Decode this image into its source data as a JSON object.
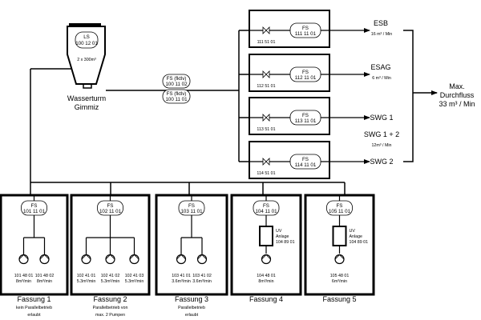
{
  "tower": {
    "name": "Wasserturm",
    "place": "Gimmiz",
    "ls_label": "LS",
    "ls_id": "100 12 01",
    "capacity": "2 x 300m³"
  },
  "main_meters": [
    {
      "label": "FS (fktlv)",
      "id": "100 11 02"
    },
    {
      "label": "FS (fktlv)",
      "id": "100 11 01"
    }
  ],
  "consumers": [
    {
      "valve_id": "111 51 01",
      "fs_label": "FS",
      "fs_id": "111 11 01",
      "name": "ESB",
      "flow": "16 m³ / Min"
    },
    {
      "valve_id": "112 51 01",
      "fs_label": "FS",
      "fs_id": "112 11 01",
      "name": "ESAG",
      "flow": "6 m³ / Min"
    },
    {
      "valve_id": "113 51 01",
      "fs_label": "FS",
      "fs_id": "113 11 01",
      "name": "SWG 1",
      "flow": ""
    },
    {
      "valve_id": "114 51 01",
      "fs_label": "FS",
      "fs_id": "114 11 01",
      "name": "SWG 2",
      "flow": ""
    }
  ],
  "swg_combined": {
    "name": "SWG 1 + 2",
    "flow": "12m³ / Min"
  },
  "max_flow": {
    "line1": "Max.",
    "line2": "Durchfluss",
    "line3": "33 m³ / Min"
  },
  "wells": [
    {
      "fs_label": "FS",
      "fs_id": "101 11 01",
      "pumps": [
        {
          "id": "101 48 01",
          "flow": "8m³/min"
        },
        {
          "id": "101 48 02",
          "flow": "8m³/min"
        }
      ],
      "title": "Fassung 1",
      "note1": "kein Parallelbetrieb",
      "note2": "erlaubt"
    },
    {
      "fs_label": "FS",
      "fs_id": "102 11 01",
      "pumps": [
        {
          "id": "102 41 01",
          "flow": "5.3m³/min"
        },
        {
          "id": "102 41 02",
          "flow": "5.3m³/min"
        },
        {
          "id": "102 41 03",
          "flow": "5.3m³/min"
        }
      ],
      "title": "Fassung 2",
      "note1": "Parallelbetrieb von",
      "note2": "max. 2 Pumpen"
    },
    {
      "fs_label": "FS",
      "fs_id": "103 11 01",
      "pumps": [
        {
          "id": "103 41 01",
          "flow": "3.6m³/min"
        },
        {
          "id": "103 41 02",
          "flow": "3.6m³/min"
        }
      ],
      "title": "Fassung 3",
      "note1": "Parallelbetrieb",
      "note2": "erlaubt"
    },
    {
      "fs_label": "FS",
      "fs_id": "104 11 01",
      "uv": {
        "l1": "UV",
        "l2": "Anlage",
        "l3": "104 89 01"
      },
      "pumps": [
        {
          "id": "104 48 01",
          "flow": "8m³/min"
        }
      ],
      "title": "Fassung 4",
      "note1": "",
      "note2": ""
    },
    {
      "fs_label": "FS",
      "fs_id": "105 11 01",
      "uv": {
        "l1": "UV",
        "l2": "Anlage",
        "l3": "104 89 01"
      },
      "pumps": [
        {
          "id": "105 48 01",
          "flow": "6m³/min"
        }
      ],
      "title": "Fassung 5",
      "note1": "",
      "note2": ""
    }
  ]
}
